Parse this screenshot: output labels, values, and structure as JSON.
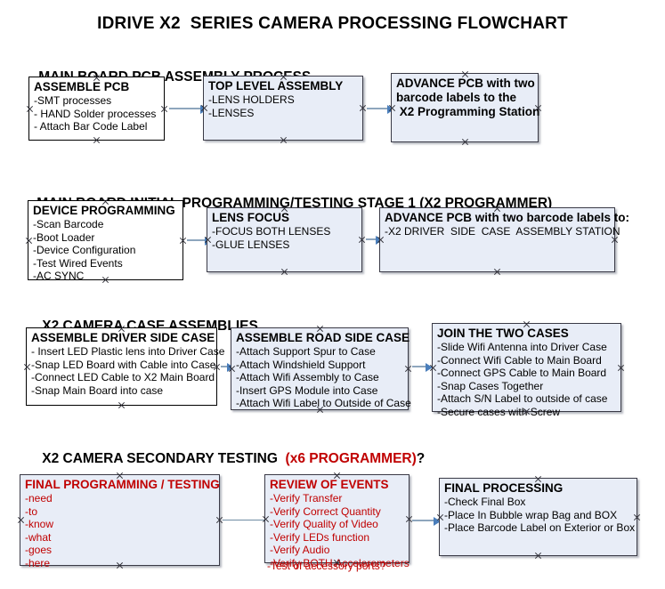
{
  "document": {
    "title": "IDRIVE X2  SERIES CAMERA PROCESSING FLOWCHART"
  },
  "colors": {
    "box_fill": "#e8edf7",
    "box_border": "#3a3a46",
    "accent_red": "#c00000",
    "connector": "#8ea6bd",
    "arrowhead": "#4a7ebb",
    "text": "#000000"
  },
  "sections": [
    {
      "id": "main-board-pcb-assembly-process",
      "heading": "MAIN BOARD PCB ASSEMBLY PROCESS",
      "heading_red": "",
      "heading_tail": "",
      "nodes": [
        {
          "id": "assemble-pcb",
          "title": "ASSEMBLE PCB",
          "lines": [
            "-SMT processes",
            "- HAND Solder processes",
            "- Attach Bar Code Label"
          ]
        },
        {
          "id": "top-level-assembly",
          "title": "TOP LEVEL ASSEMBLY",
          "lines": [
            "-LENS HOLDERS",
            "-LENSES"
          ]
        },
        {
          "id": "advance-pcb-to-x2-programming-station",
          "title": "ADVANCE PCB with two\nbarcode labels to the\n X2 Programming Station",
          "lines": []
        }
      ]
    },
    {
      "id": "main-board-initial-programming-testing-stage-1",
      "heading": "MAIN BOARD INITIAL PROGRAMMING/TESTING STAGE 1 (X2 PROGRAMMER)",
      "heading_red": "",
      "heading_tail": "",
      "nodes": [
        {
          "id": "device-programming",
          "title": "DEVICE PROGRAMMING",
          "lines": [
            "-Scan Barcode",
            "-Boot Loader",
            "-Device Configuration",
            "-Test Wired Events",
            "-AC SYNC"
          ]
        },
        {
          "id": "lens-focus",
          "title": "LENS FOCUS",
          "lines": [
            "-FOCUS BOTH LENSES",
            "-GLUE LENSES"
          ]
        },
        {
          "id": "advance-pcb-to-driver-side-case-assembly-station",
          "title": "ADVANCE PCB with two barcode labels to:",
          "lines": [
            "-X2 DRIVER  SIDE  CASE  ASSEMBLY STATION"
          ]
        }
      ]
    },
    {
      "id": "x2-camera-case-assemblies",
      "heading": "X2 CAMERA CASE ASSEMBLIES",
      "heading_red": "",
      "heading_tail": "",
      "nodes": [
        {
          "id": "assemble-driver-side-case",
          "title": "ASSEMBLE DRIVER SIDE CASE",
          "lines": [
            "- Insert LED Plastic lens into Driver Case",
            "-Snap LED Board with Cable into Case",
            "-Connect LED Cable to X2 Main Board",
            "-Snap Main Board into case"
          ]
        },
        {
          "id": "assemble-road-side-case",
          "title": "ASSEMBLE ROAD SIDE CASE",
          "lines": [
            "-Attach Support Spur to Case",
            "-Attach Windshield Support",
            "-Attach Wifi Assembly to Case",
            "-Insert GPS Module into Case",
            "-Attach Wifi Label to Outside of Case"
          ]
        },
        {
          "id": "join-the-two-cases",
          "title": "JOIN THE TWO CASES",
          "lines": [
            "-Slide Wifi Antenna into Driver Case",
            "-Connect Wifi Cable to Main Board",
            "-Connect GPS Cable to Main Board",
            "-Snap Cases Together",
            "-Attach S/N Label to outside of case",
            "-Secure cases with Screw"
          ]
        }
      ]
    },
    {
      "id": "x2-camera-secondary-testing",
      "heading": "X2 CAMERA SECONDARY TESTING  ",
      "heading_red": "(x6 PROGRAMMER)",
      "heading_tail": "?",
      "nodes": [
        {
          "id": "final-programming-testing",
          "title": "FINAL PROGRAMMING / TESTING",
          "lines": [
            "-need",
            "-to",
            "-know",
            "-what",
            "-goes",
            "-here"
          ]
        },
        {
          "id": "review-of-events",
          "title": "REVIEW OF EVENTS",
          "lines": [
            "-Verify Transfer",
            "-Verify Correct Quantity",
            "-Verify Quality of Video",
            "-Verify LEDs function",
            "-Verify Audio",
            "-Verify BOTH Accelerometers"
          ],
          "overflow_line": "-Test of accessory ports?"
        },
        {
          "id": "final-processing",
          "title": "FINAL PROCESSING",
          "lines": [
            "-Check Final Box",
            "-Place In Bubble wrap Bag and BOX",
            "-Place Barcode Label on Exterior or Box"
          ]
        }
      ]
    }
  ]
}
